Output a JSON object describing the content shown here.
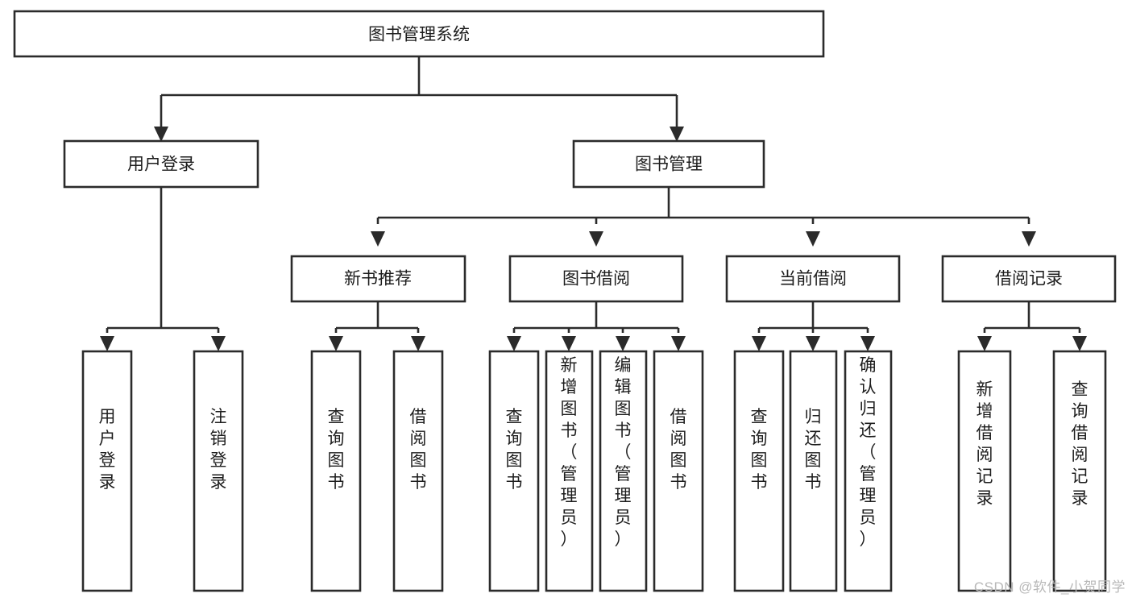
{
  "diagram": {
    "title": "图书管理系统",
    "type": "tree-hierarchy",
    "watermark": "CSDN @软件_小贺同学",
    "colors": {
      "stroke": "#2b2b2b",
      "box_fill": "#ffffff",
      "text": "#1d1d1d",
      "background": "#ffffff",
      "watermark": "#b8b8b8"
    },
    "root": {
      "label": "图书管理系统",
      "orientation": "horizontal"
    },
    "level2": [
      {
        "label": "用户登录",
        "orientation": "horizontal"
      },
      {
        "label": "图书管理",
        "orientation": "horizontal"
      }
    ],
    "level3": [
      {
        "label": "新书推荐",
        "orientation": "horizontal"
      },
      {
        "label": "图书借阅",
        "orientation": "horizontal"
      },
      {
        "label": "当前借阅",
        "orientation": "horizontal"
      },
      {
        "label": "借阅记录",
        "orientation": "horizontal"
      }
    ],
    "leaves": {
      "user_login": [
        {
          "label": "用户登录",
          "orientation": "vertical"
        },
        {
          "label": "注销登录",
          "orientation": "vertical"
        }
      ],
      "new_book_recommend": [
        {
          "label": "查询图书",
          "orientation": "vertical"
        },
        {
          "label": "借阅图书",
          "orientation": "vertical"
        }
      ],
      "book_borrow": [
        {
          "label": "查询图书",
          "orientation": "vertical"
        },
        {
          "label": "新增图书（管理员）",
          "orientation": "vertical"
        },
        {
          "label": "编辑图书（管理员）",
          "orientation": "vertical"
        },
        {
          "label": "借阅图书",
          "orientation": "vertical"
        }
      ],
      "current_borrow": [
        {
          "label": "查询图书",
          "orientation": "vertical"
        },
        {
          "label": "归还图书",
          "orientation": "vertical"
        },
        {
          "label": "确认归还（管理员）",
          "orientation": "vertical"
        }
      ],
      "borrow_record": [
        {
          "label": "新增借阅记录",
          "orientation": "vertical"
        },
        {
          "label": "查询借阅记录",
          "orientation": "vertical"
        }
      ]
    }
  }
}
